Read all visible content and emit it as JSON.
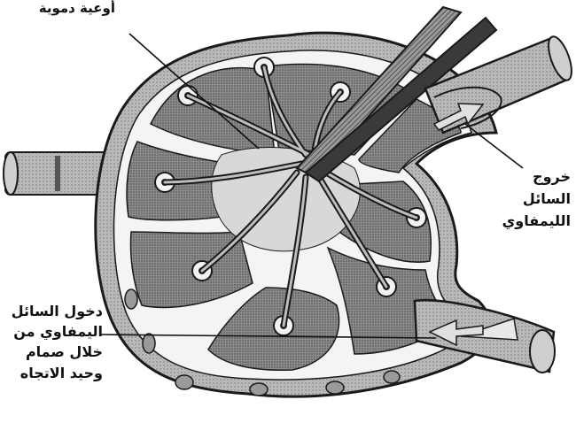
{
  "labels": {
    "blood_vessels": "أوعية دموية",
    "lymph_exit": [
      "خروج",
      "السائل",
      "الليمفاوي"
    ],
    "lymph_entry": [
      "دخول السائل",
      "اليمفاوي من",
      "خلال صمام",
      "وحيد الاتجاه"
    ]
  },
  "colors": {
    "outline": "#1a1a1a",
    "capsule": "#bdbdbd",
    "cortex": "#8c8c8c",
    "medulla": "#d2d2d2",
    "vessel_dark": "#3a3a3a",
    "vessel_light": "#cfcfcf",
    "background": "#ffffff"
  }
}
